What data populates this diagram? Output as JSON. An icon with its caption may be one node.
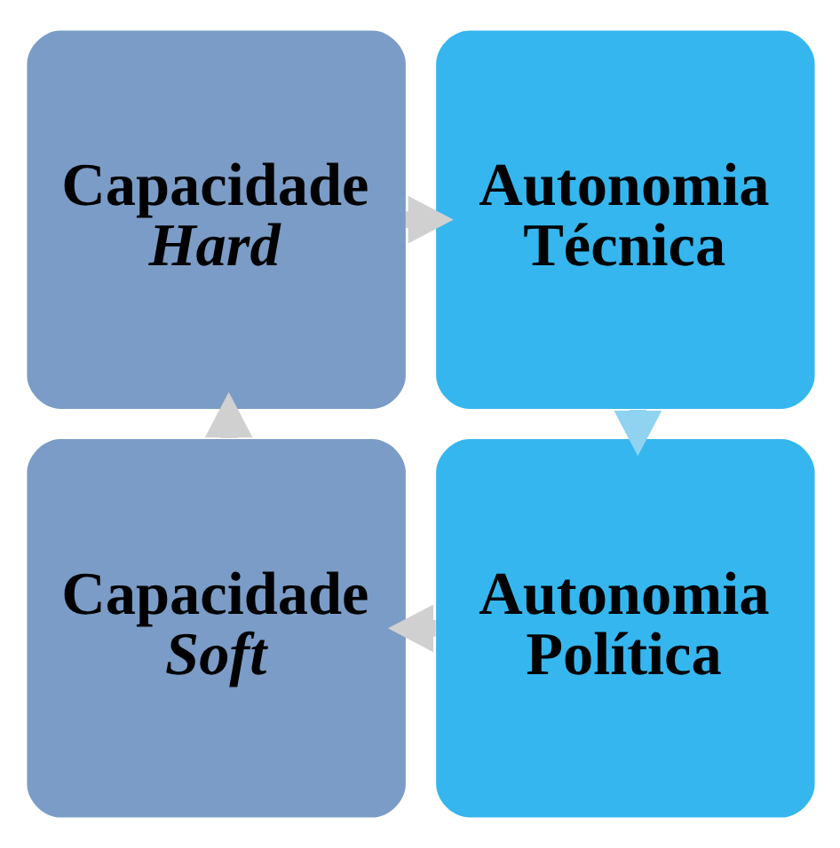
{
  "diagram": {
    "nodes": [
      {
        "text": [
          "Capacidade *Hard*"
        ]
      },
      {
        "text": [
          "Autonomia Técnica"
        ]
      },
      {
        "text": [
          "Capacidade *Soft*"
        ]
      },
      {
        "text": [
          "Autonomia Política"
        ]
      }
    ],
    "edges": [
      {
        "from": 0,
        "to": 1,
        "arrow": "to"
      },
      {
        "from": 1,
        "to": 3,
        "arrow": "to",
        "color": "#8fd3f0"
      },
      {
        "from": 3,
        "to": 2,
        "arrow": "to"
      },
      {
        "from": 2,
        "to": 0,
        "arrow": "to"
      }
    ]
  }
}
